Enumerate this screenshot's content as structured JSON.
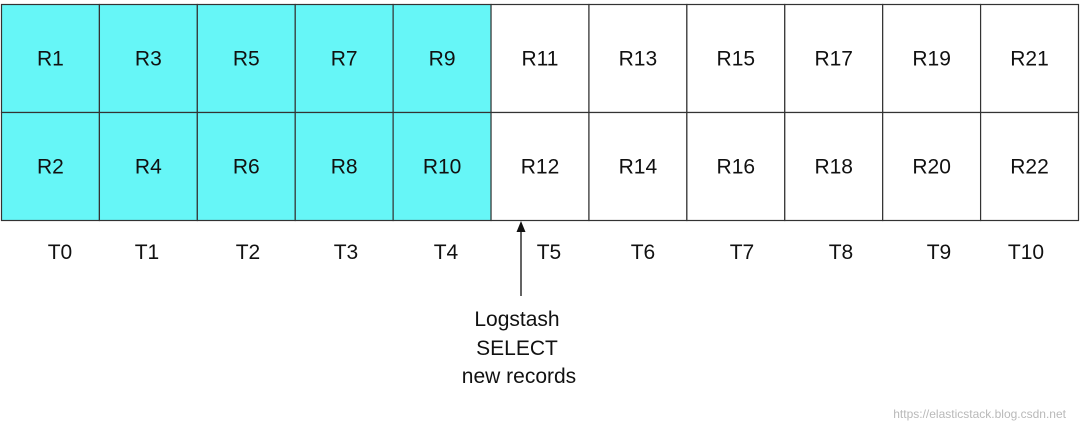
{
  "grid": {
    "rows": [
      [
        "R1",
        "R3",
        "R5",
        "R7",
        "R9",
        "R11",
        "R13",
        "R15",
        "R17",
        "R19",
        "R21"
      ],
      [
        "R2",
        "R4",
        "R6",
        "R8",
        "R10",
        "R12",
        "R14",
        "R16",
        "R18",
        "R20",
        "R22"
      ]
    ],
    "highlighted_columns": 5,
    "highlight_color": "#66F6F7",
    "plain_color": "#FFFFFF",
    "border_color": "#333333"
  },
  "timeline": [
    "T0",
    "T1",
    "T2",
    "T3",
    "T4",
    "T5",
    "T6",
    "T7",
    "T8",
    "T9",
    "T10"
  ],
  "annotation": {
    "lines": [
      "Logstash",
      "SELECT",
      "new records"
    ]
  },
  "watermark": "https://elasticstack.blog.csdn.net"
}
